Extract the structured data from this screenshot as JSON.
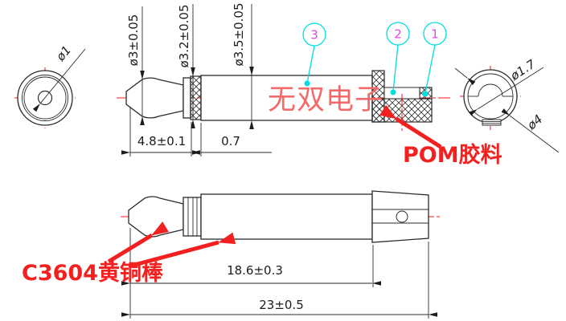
{
  "drawing": {
    "watermark": "无双电子",
    "notes": {
      "pom": "POM胶料",
      "brass": "C3604黄铜棒"
    },
    "balloons": [
      {
        "label": "1"
      },
      {
        "label": "2"
      },
      {
        "label": "3"
      }
    ],
    "front_view": {
      "tip_diameter": "ø1"
    },
    "assembly_view": {
      "dome_diameter": "ø3±0.05",
      "knurl_diameter": "ø3.2±0.05",
      "body_diameter": "ø3.5±0.05",
      "tip_length": "4.8±0.1",
      "knurl_width": "0.7"
    },
    "rear_view": {
      "inner_diameter": "ø1.7",
      "outer_diameter": "ø4"
    },
    "brass_view": {
      "body_length": "18.6±0.3",
      "total_length": "23±0.5"
    },
    "colors": {
      "line_black": "#2b2b2b",
      "centerline_red": "#ff1414",
      "annotation_red": "#f32020",
      "watermark_red": "#f26a6a",
      "balloon_cyan": "#00dede",
      "balloon_magenta": "#e146e1",
      "background": "#ffffff"
    }
  }
}
